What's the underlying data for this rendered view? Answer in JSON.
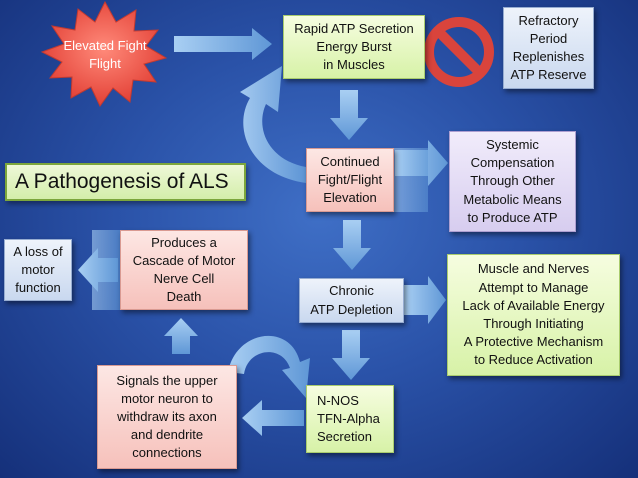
{
  "title": "A Pathogenesis of ALS",
  "nodes": {
    "elevated": "Elevated Fight\nFlight",
    "rapid_atp": "Rapid ATP Secretion\nEnergy  Burst\nin Muscles",
    "refractory": "Refractory\nPeriod\nReplenishes\nATP Reserve",
    "continued": "Continued\nFight/Flight\nElevation",
    "systemic": "Systemic\nCompensation\nThrough Other\nMetabolic Means\nto Produce ATP",
    "chronic": "Chronic\nATP Depletion",
    "muscle": "Muscle and Nerves\nAttempt to Manage\nLack of Available Energy\nThrough Initiating\nA Protective Mechanism\nto Reduce Activation",
    "nnos": "N-NOS\nTFN-Alpha\nSecretion",
    "signals": "Signals the upper\nmotor neuron to\nwithdraw its axon\nand dendrite\nconnections",
    "cascade": "Produces a\nCascade of Motor\nNerve Cell\nDeath",
    "loss": "A loss of\nmotor\nfunction"
  },
  "colors": {
    "background": "#2a52a8",
    "burst": "#f0554e",
    "arrow": "#7fb3e8",
    "no_symbol": "#d9443c"
  }
}
